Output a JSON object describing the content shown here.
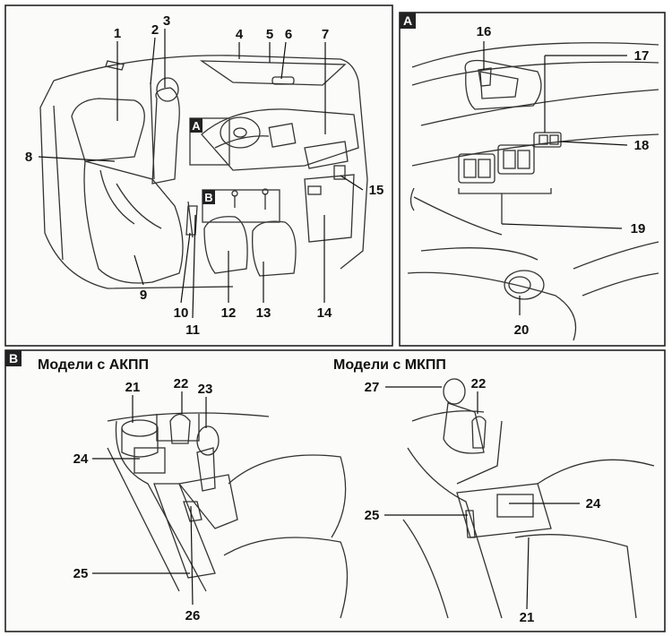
{
  "panels": {
    "main": {
      "callouts": [
        "1",
        "2",
        "3",
        "4",
        "5",
        "6",
        "7",
        "8",
        "9",
        "10",
        "11",
        "12",
        "13",
        "14",
        "15"
      ],
      "inset_labels": [
        "A",
        "B"
      ]
    },
    "a": {
      "tag": "A",
      "callouts": [
        "16",
        "17",
        "18",
        "19",
        "20"
      ]
    },
    "b": {
      "tag": "B",
      "at_title": "Модели с АКПП",
      "mt_title": "Модели с МКПП",
      "at_callouts": [
        "21",
        "22",
        "23",
        "24",
        "25",
        "26"
      ],
      "mt_callouts": [
        "27",
        "22",
        "24",
        "25",
        "21"
      ]
    }
  }
}
